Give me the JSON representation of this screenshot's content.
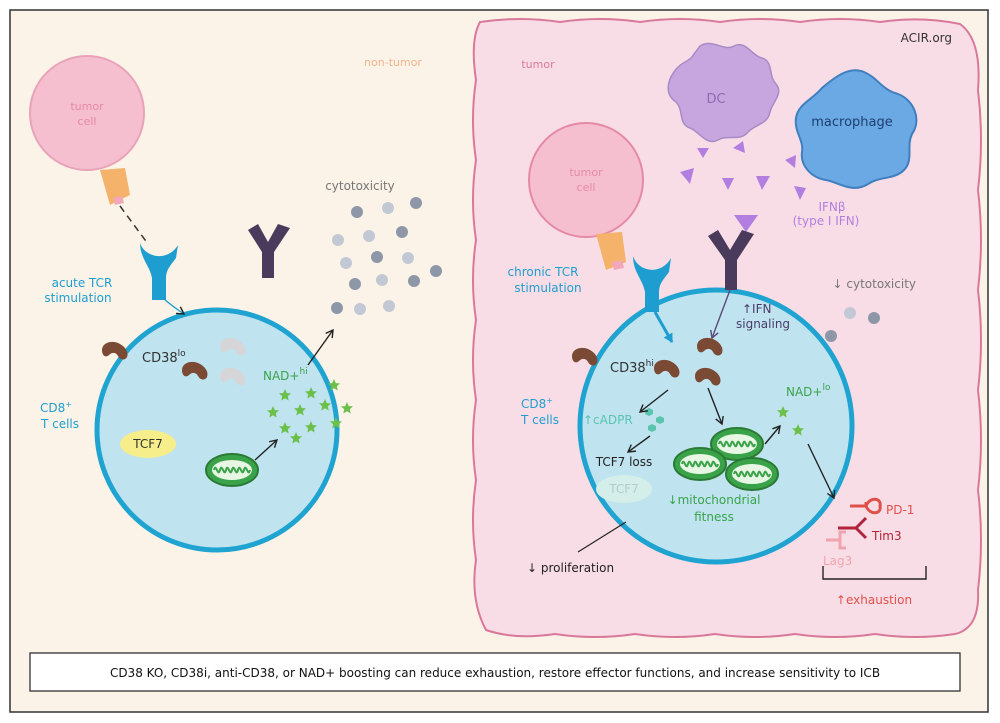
{
  "watermark": "ACIR.org",
  "regions": {
    "non_tumor": "non-tumor",
    "tumor": "tumor"
  },
  "left": {
    "tumor_cell": [
      "tumor",
      "cell"
    ],
    "tcr_label": [
      "acute TCR",
      "stimulation"
    ],
    "cd38": {
      "base": "CD38",
      "sup": "lo"
    },
    "cd8_label": [
      "CD8",
      "T cells"
    ],
    "cd8_sup": "+",
    "tcf7": "TCF7",
    "nad": {
      "base": "NAD+",
      "sup": "hi"
    },
    "cytotoxicity": "cytotoxicity"
  },
  "right": {
    "dc": "DC",
    "macrophage": "macrophage",
    "ifn_label": [
      "IFNβ",
      "(type I IFN)"
    ],
    "tumor_cell": [
      "tumor",
      "cell"
    ],
    "tcr_label": [
      "chronic TCR",
      "stimulation"
    ],
    "ifn_signaling": [
      "↑IFN",
      "signaling"
    ],
    "cytotoxicity": "↓ cytotoxicity",
    "cd38": {
      "base": "CD38",
      "sup": "hi"
    },
    "cd8_label": [
      "CD8",
      "T cells"
    ],
    "cd8_sup": "+",
    "cadpr": "↑cADPR",
    "nad": {
      "base": "NAD+",
      "sup": "lo"
    },
    "tcf7_loss": "TCF7 loss",
    "tcf7": "TCF7",
    "mito": [
      "↓mitochondrial",
      "fitness"
    ],
    "pd1": "PD-1",
    "tim3": "Tim3",
    "lag3": "Lag3",
    "exhaustion": "↑exhaustion",
    "proliferation": "↓ proliferation"
  },
  "footer": "CD38 KO, CD38i, anti-CD38, or NAD+ boosting can reduce exhaustion, restore effector functions, and increase sensitivity to ICB",
  "colors": {
    "background": "#fbf3e8",
    "tumor_zone": "#f9dde6",
    "tumor_zone_border": "#d9789a",
    "cell_fill": "#bfe3ef",
    "cell_border": "#1fa3d0",
    "tumor_cell": "#f6bfcf",
    "tcr": "#1e9ed0",
    "cd38": "#7b4a34",
    "nad_star": "#6cc04a",
    "mito": "#3aa34a",
    "dc": "#c7a6e0",
    "macrophage": "#6aa9e3",
    "ifn_triangle": "#b27fe0",
    "antibody": "#4a3b5c"
  }
}
